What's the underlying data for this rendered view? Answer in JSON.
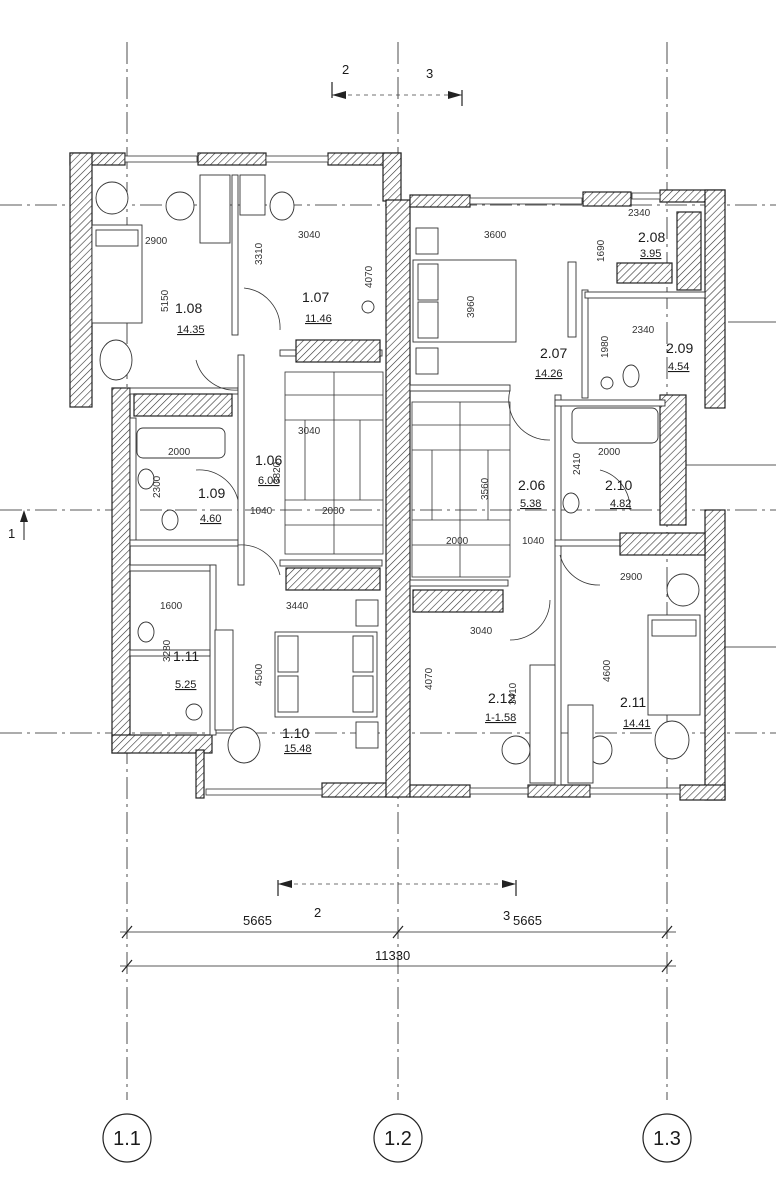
{
  "rooms": [
    {
      "id": "1.08",
      "area": "14.35"
    },
    {
      "id": "1.07",
      "area": "11.46"
    },
    {
      "id": "1.06",
      "area": "6.00"
    },
    {
      "id": "1.09",
      "area": "4.60"
    },
    {
      "id": "1.11",
      "area": "5.25"
    },
    {
      "id": "1.10",
      "area": "15.48"
    },
    {
      "id": "2.08",
      "area": "3.95"
    },
    {
      "id": "2.07",
      "area": "14.26"
    },
    {
      "id": "2.09",
      "area": "4.54"
    },
    {
      "id": "2.06",
      "area": "5.38"
    },
    {
      "id": "2.10",
      "area": "4.82"
    },
    {
      "id": "2.12",
      "area": "1-1.58"
    },
    {
      "id": "2.11",
      "area": "14.41"
    }
  ],
  "dims": {
    "d2900a": "2900",
    "d5150": "5150",
    "d3310": "3310",
    "d3040a": "3040",
    "d4070a": "4070",
    "d3040b": "3040",
    "d3820": "3820",
    "d2000a": "2000",
    "d2300": "2300",
    "d1040a": "1040",
    "d2000b": "2000",
    "d1600": "1600",
    "d3440": "3440",
    "d3280": "3280",
    "d4500": "4500",
    "d3600": "3600",
    "d2340a": "2340",
    "d1690": "1690",
    "d3960": "3960",
    "d2340b": "2340",
    "d1980": "1980",
    "d2410": "2410",
    "d2000c": "2000",
    "d3560": "3560",
    "d2000d": "2000",
    "d1040b": "1040",
    "d2900b": "2900",
    "d3040c": "3040",
    "d4070b": "4070",
    "d3410": "3410",
    "d4600": "4600"
  },
  "bottom_dims": {
    "left": "5665",
    "right": "5665",
    "total": "11330"
  },
  "section_marks": {
    "top_left": "2",
    "top_right": "3",
    "bottom_left": "2",
    "bottom_right": "3",
    "side": "1"
  },
  "axes": [
    "1.1",
    "1.2",
    "1.3"
  ]
}
